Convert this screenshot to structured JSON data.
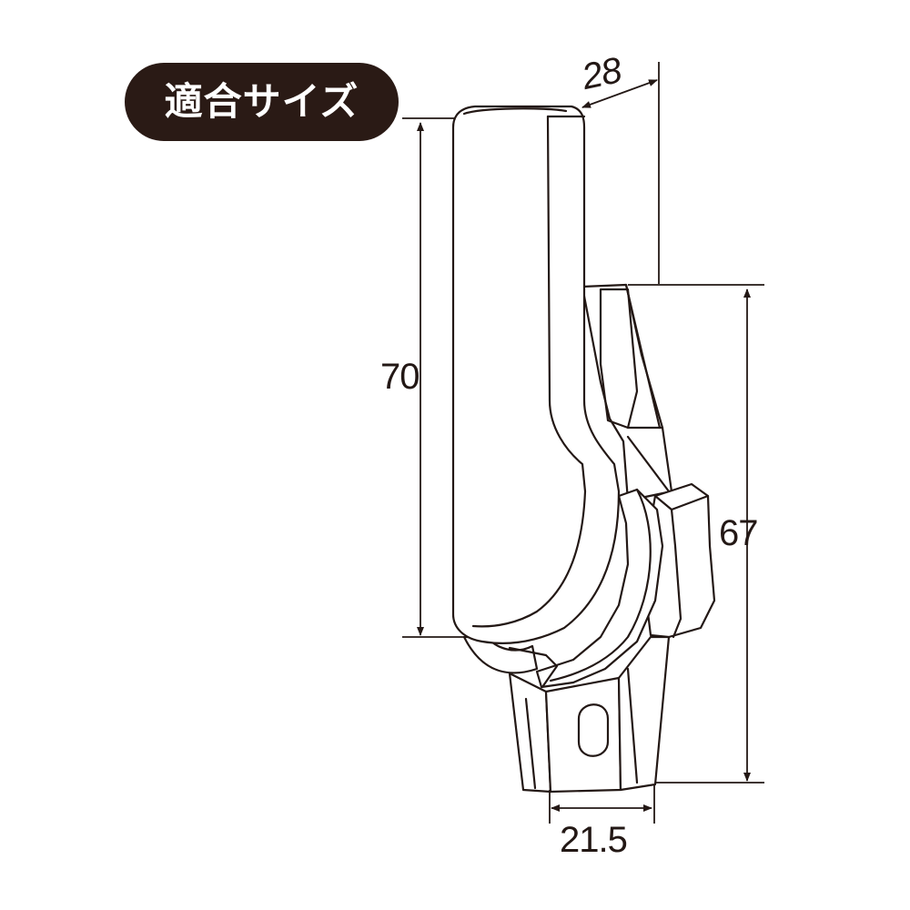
{
  "badge": {
    "label": "適合サイズ"
  },
  "dimensions": {
    "height_handle": "70",
    "height_receiver": "67",
    "width_base": "21.5",
    "depth": "28"
  },
  "colors": {
    "badge_bg": "#2a1a15",
    "line": "#231815",
    "fill": "#ffffff"
  }
}
